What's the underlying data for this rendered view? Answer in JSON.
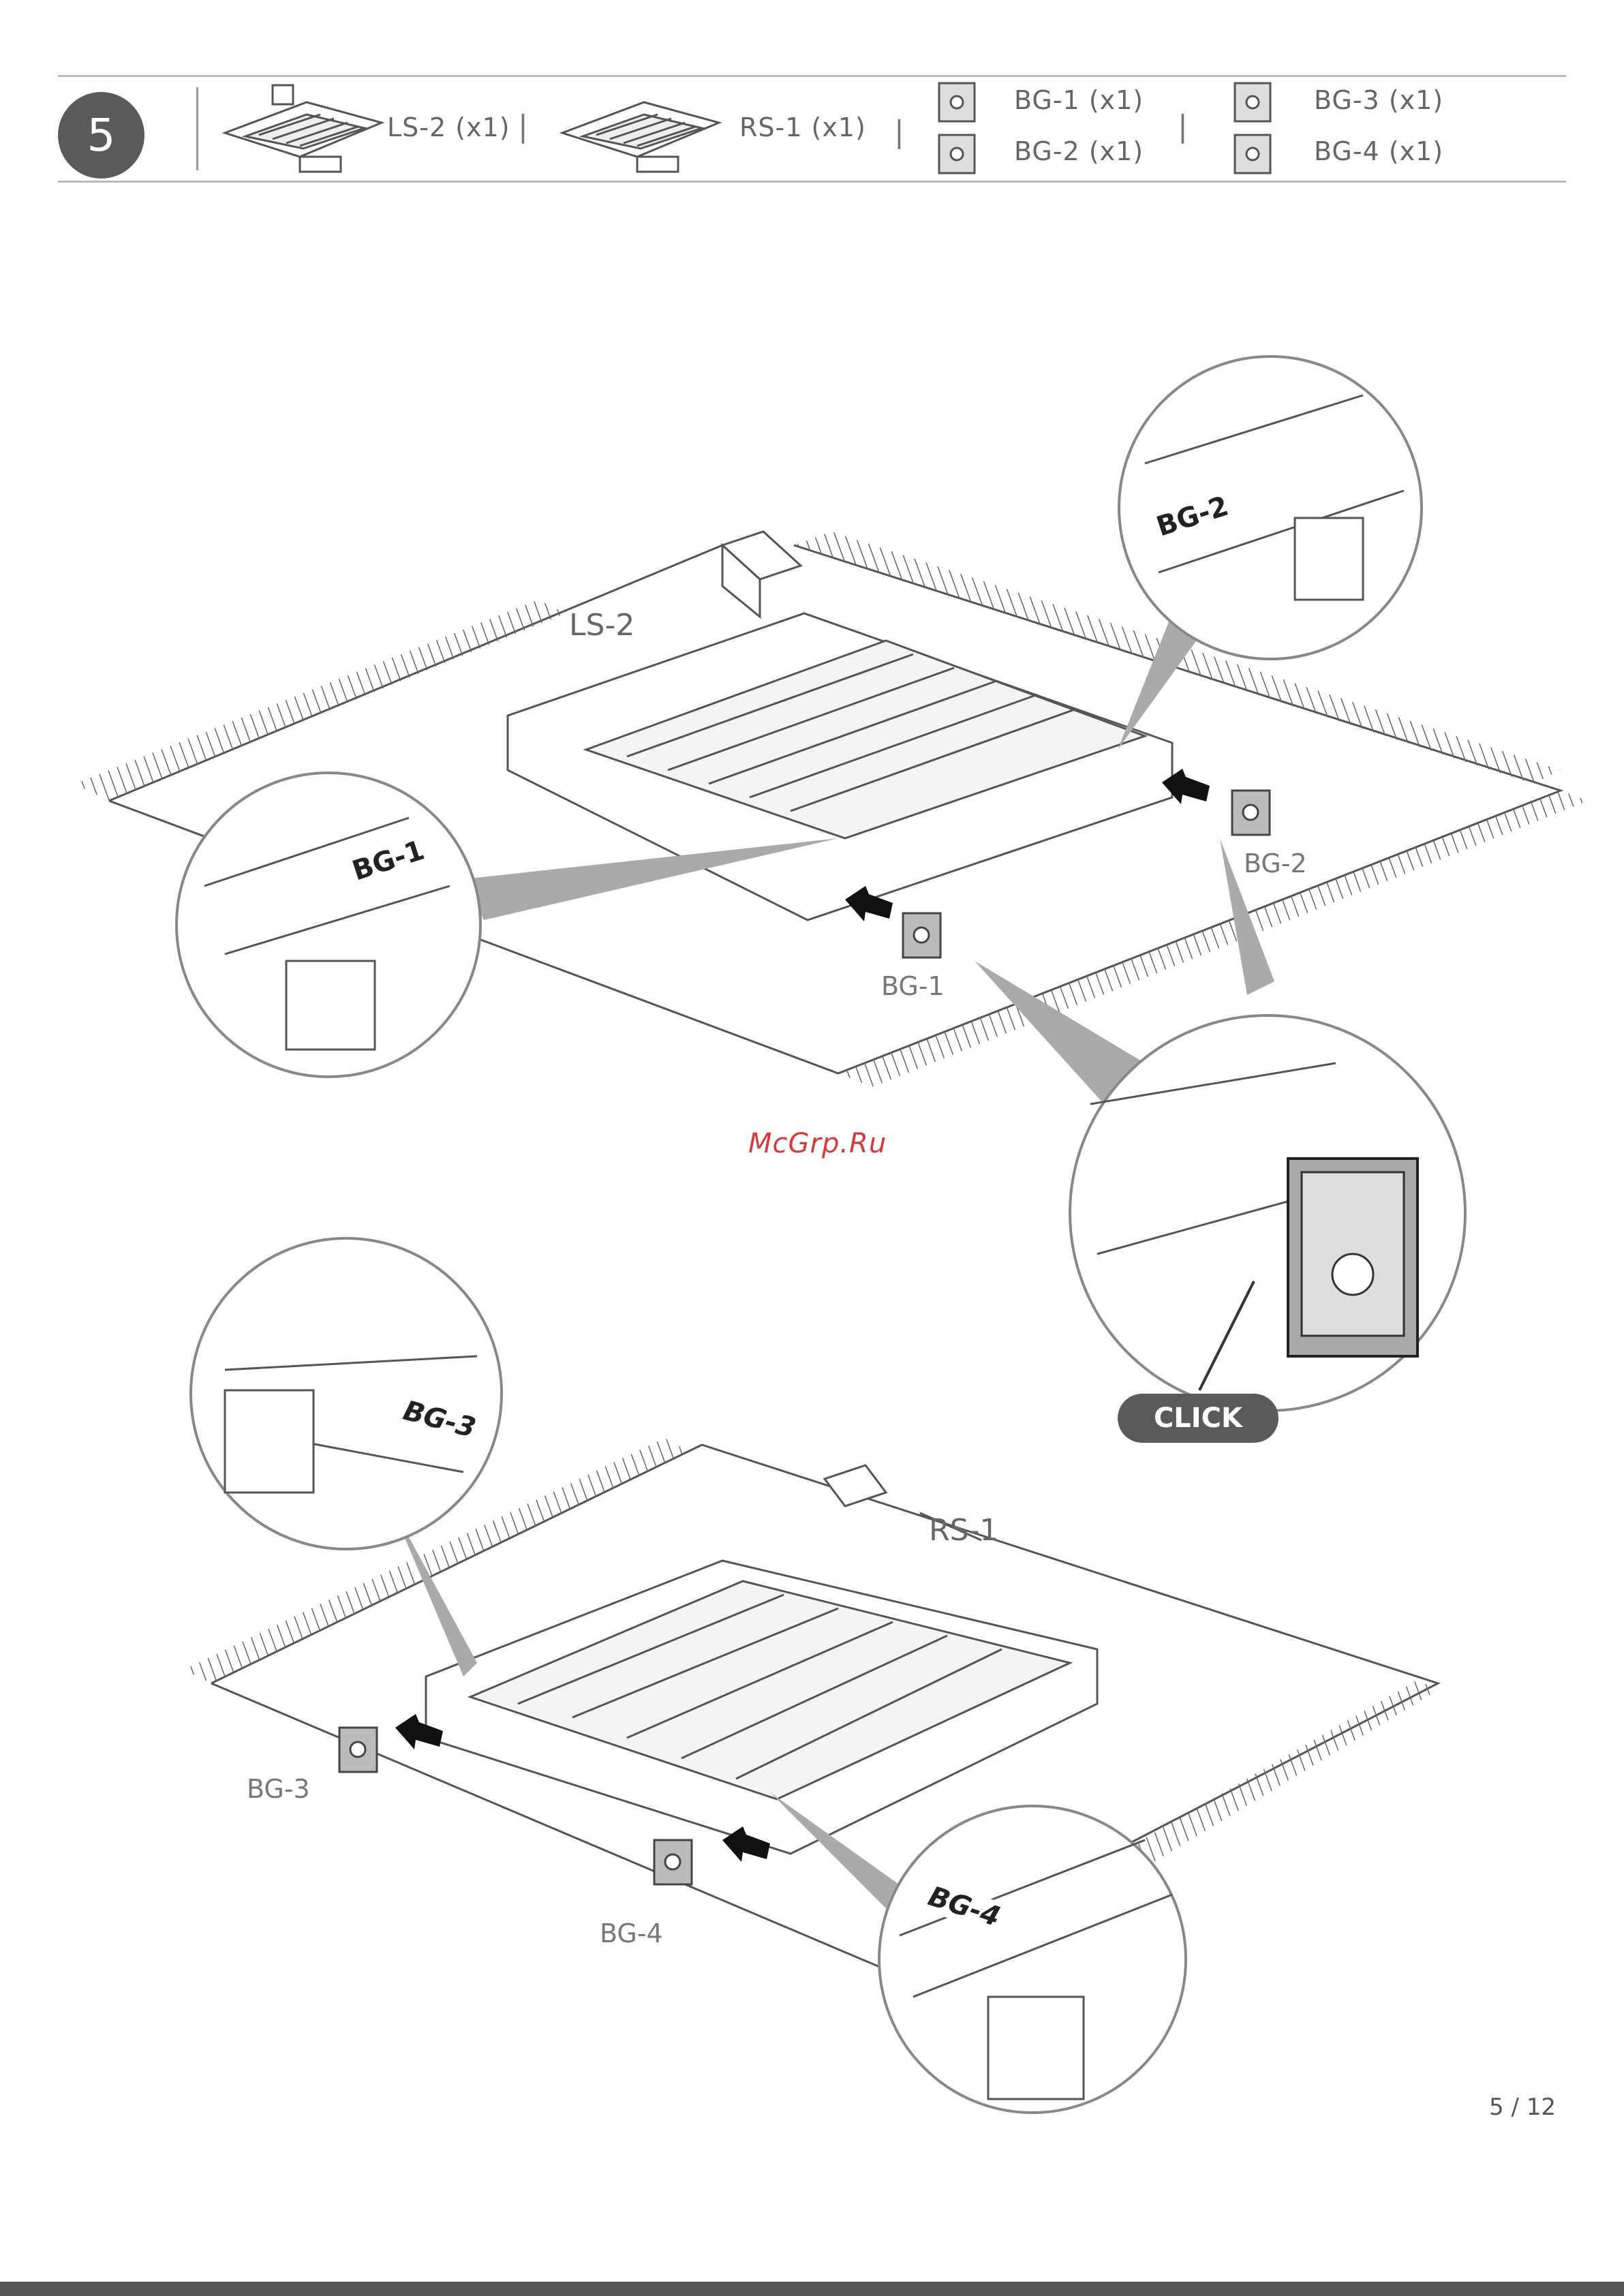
{
  "step": {
    "number": "5"
  },
  "parts": [
    {
      "label": "LS-2 (x1)"
    },
    {
      "label": "RS-1 (x1)"
    },
    {
      "label": "BG-1 (x1)"
    },
    {
      "label": "BG-2 (x1)"
    },
    {
      "label": "BG-3 (x1)"
    },
    {
      "label": "BG-4 (x1)"
    }
  ],
  "callouts": {
    "ls2": "LS-2",
    "rs1": "RS-1",
    "bg1": "BG-1",
    "bg2": "BG-2",
    "bg3": "BG-3",
    "bg4": "BG-4",
    "zoom_bg1": "BG-1",
    "zoom_bg2": "BG-2",
    "zoom_bg3": "BG-3",
    "zoom_bg4": "BG-4",
    "click": "CLICK"
  },
  "watermark": "McGrp.Ru",
  "page": "5 / 12"
}
